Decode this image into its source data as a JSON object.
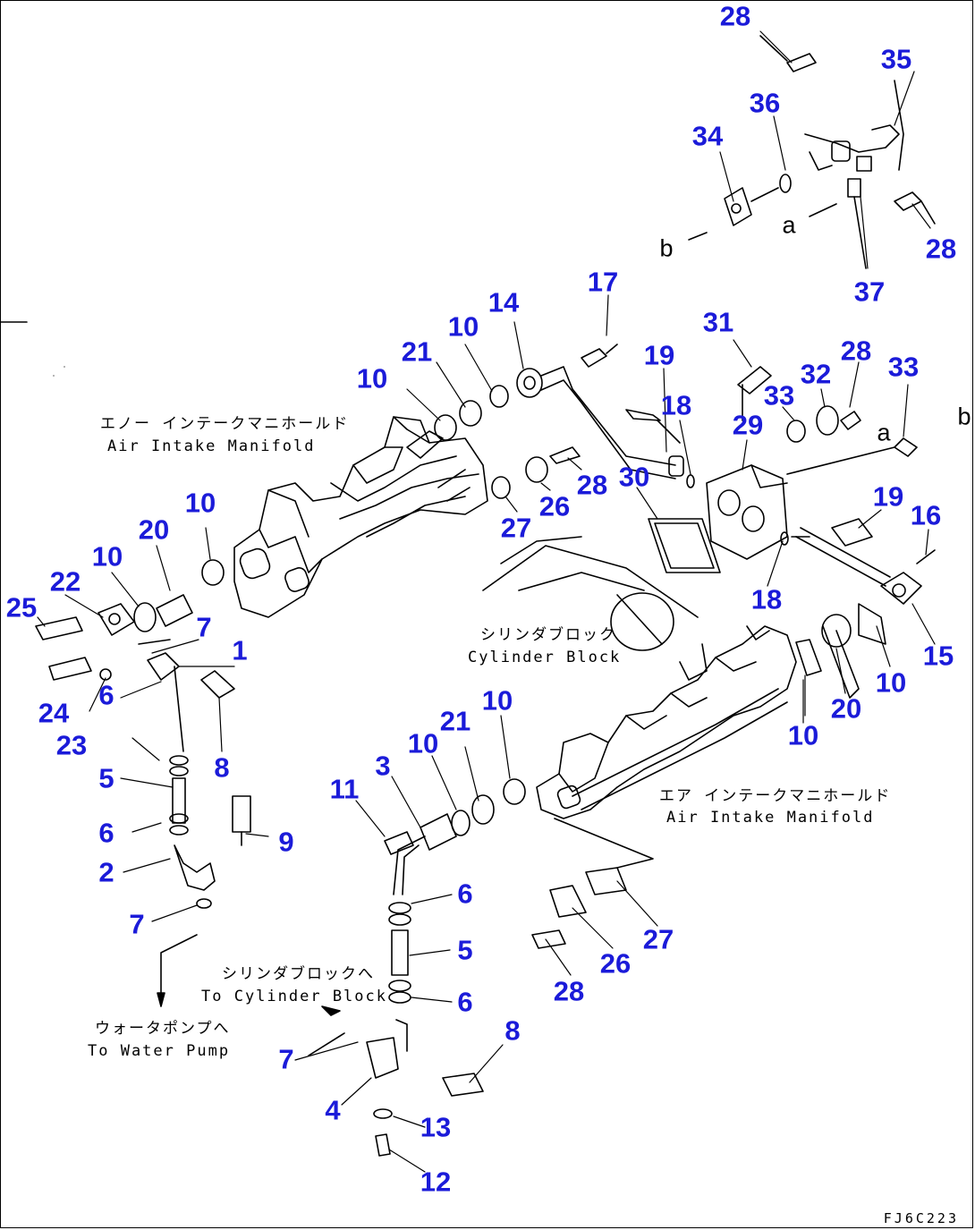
{
  "labels": {
    "air_intake_manifold_left_jp": "エノー インテークマニホールド",
    "air_intake_manifold_left_en": "Air Intake Manifold",
    "air_intake_manifold_right_jp": "エア インテークマニホールド",
    "air_intake_manifold_right_en": "Air Intake Manifold",
    "cylinder_block_jp": "シリンダブロック",
    "cylinder_block_en": "Cylinder Block",
    "to_cylinder_block_jp": "シリンダブロックへ",
    "to_cylinder_block_en": "To Cylinder Block",
    "to_water_pump_jp": "ウォータポンプへ",
    "to_water_pump_en": "To Water Pump"
  },
  "connectors": {
    "a_top": "a",
    "b_top": "b",
    "a_right": "a",
    "b_right": "b"
  },
  "figure_code": "FJ6C223",
  "part_numbers": {
    "p28_top": "28",
    "p35": "35",
    "p36": "36",
    "p34": "34",
    "p28_right": "28",
    "p37": "37",
    "p17": "17",
    "p14": "14",
    "p10_a": "10",
    "p21_a": "21",
    "p10_b": "10",
    "p19_a": "19",
    "p18_a": "18",
    "p31": "31",
    "p33_a": "33",
    "p32": "32",
    "p28_mid": "28",
    "p33_b": "33",
    "p29": "29",
    "p30": "30",
    "p26_a": "26",
    "p28_b": "28",
    "p27_a": "27",
    "p19_b": "19",
    "p16": "16",
    "p18_b": "18",
    "p15": "15",
    "p10_c": "10",
    "p20_a": "20",
    "p10_d": "10",
    "p10_e": "10",
    "p20_b": "20",
    "p10_f": "10",
    "p22": "22",
    "p25": "25",
    "p7_a": "7",
    "p1": "1",
    "p24": "24",
    "p23": "23",
    "p6_a": "6",
    "p8_a": "8",
    "p5_a": "5",
    "p6_b": "6",
    "p9": "9",
    "p2": "2",
    "p7_b": "7",
    "p11": "11",
    "p3": "3",
    "p10_g": "10",
    "p21_b": "21",
    "p10_h": "10",
    "p6_c": "6",
    "p5_b": "5",
    "p6_d": "6",
    "p7_c": "7",
    "p4": "4",
    "p8_b": "8",
    "p13": "13",
    "p12": "12",
    "p28_c": "28",
    "p26_b": "26",
    "p27_b": "27"
  },
  "colors": {
    "callout": "#1b1bd9",
    "line": "#000000"
  }
}
